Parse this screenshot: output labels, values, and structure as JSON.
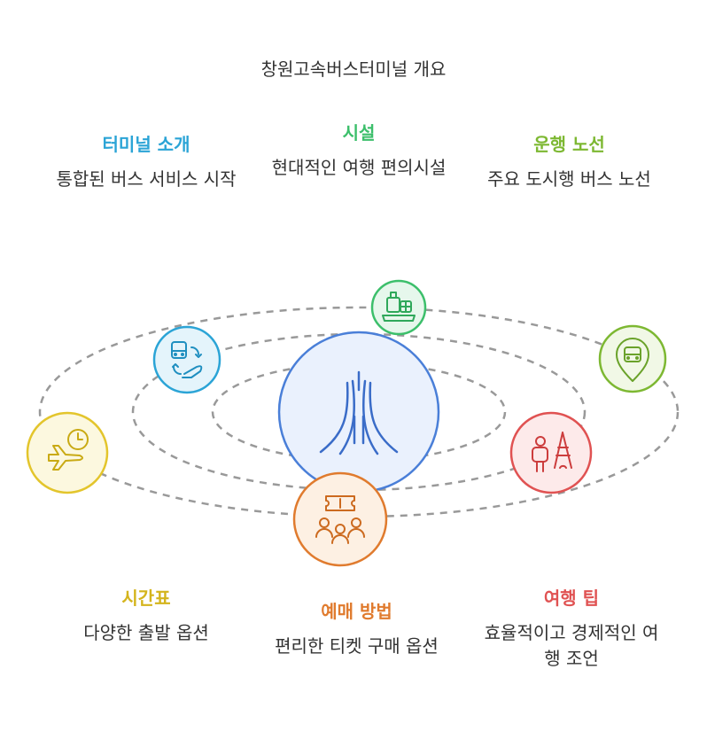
{
  "title": "창원고속버스터미널 개요",
  "center": {
    "icon": "terminal-road-icon",
    "color": "#4a7fd8"
  },
  "topics": {
    "intro": {
      "title": "터미널 소개",
      "desc": "통합된 버스 서비스 시작",
      "color": "#2ba4d6",
      "icon": "bus-hand-icon"
    },
    "facilities": {
      "title": "시설",
      "desc": "현대적인 여행 편의시설",
      "color": "#3cbf6b",
      "icon": "luggage-icon"
    },
    "routes": {
      "title": "운행 노선",
      "desc": "주요 도시행 버스 노선",
      "color": "#7db832",
      "icon": "bus-location-icon"
    },
    "timetable": {
      "title": "시간표",
      "desc": "다양한 출발 옵션",
      "color": "#e3c52c",
      "icon": "clock-plane-icon"
    },
    "booking": {
      "title": "예매 방법",
      "desc": "편리한 티켓 구매 옵션",
      "color": "#e07b2e",
      "icon": "ticket-people-icon"
    },
    "tips": {
      "title": "여행 팁",
      "desc": "효율적이고 경제적인 여행 조언",
      "color": "#e05252",
      "icon": "traveler-tower-icon"
    }
  }
}
